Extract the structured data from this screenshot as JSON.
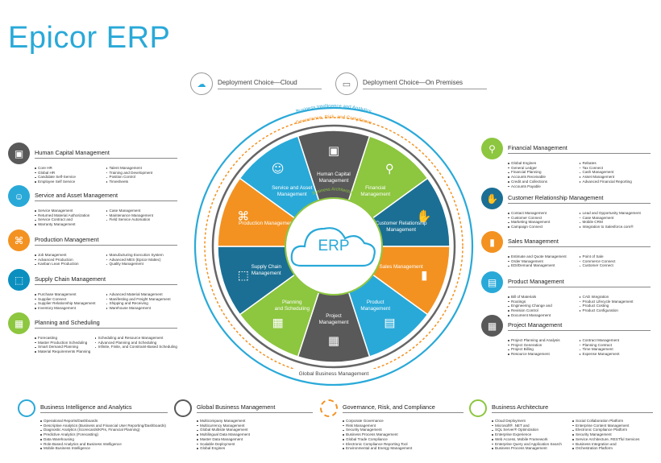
{
  "title": "Epicor ERP",
  "deployment": {
    "cloud": "Deployment Choice—Cloud",
    "premises": "Deployment Choice—On Premises"
  },
  "colors": {
    "blue": "#29a9d8",
    "orange": "#f39221",
    "green": "#8dc63f",
    "dark": "#595959",
    "navy": "#1b6f94",
    "teal": "#0b8fbf"
  },
  "wheel": {
    "center": "ERP",
    "ring_bi": "Business Intelligence and Analytics",
    "ring_grc": "Governance, Risk, and Compliance",
    "ring_arch": "Business Architecture",
    "ring_global": "Global Business Management",
    "segments": [
      {
        "l1": "Human Capital",
        "l2": "Management"
      },
      {
        "l1": "Financial",
        "l2": "Management"
      },
      {
        "l1": "Customer Relationship",
        "l2": "Management"
      },
      {
        "l1": "Sales Management",
        "l2": ""
      },
      {
        "l1": "Product",
        "l2": "Management"
      },
      {
        "l1": "Project",
        "l2": "Management"
      },
      {
        "l1": "Planning",
        "l2": "and Scheduling"
      },
      {
        "l1": "Supply Chain",
        "l2": "Management"
      },
      {
        "l1": "Production Management",
        "l2": ""
      },
      {
        "l1": "Service and Asset",
        "l2": "Management"
      }
    ]
  },
  "left": [
    {
      "name": "Human Capital Management",
      "icon": "id-card-icon",
      "c1": [
        "Core HR",
        "Global HR",
        "Candidate Self-Service",
        "Employee Self Service"
      ],
      "c2": [
        "Talent Management",
        "Training and Development",
        "Position Control",
        "Timesheets"
      ]
    },
    {
      "name": "Service and Asset Management",
      "icon": "headset-icon",
      "c1": [
        "Service Management",
        "Returned Material Authorization",
        "Service Contract and",
        "Warranty Management"
      ],
      "c2": [
        "Case Management",
        "Maintenance Management",
        "Field Service Automation"
      ]
    },
    {
      "name": "Production Management",
      "icon": "network-icon",
      "c1": [
        "Job Management",
        "Advanced Production",
        "Kanban Lean Production"
      ],
      "c2": [
        "Manufacturing Execution System",
        "Advanced MES (Epicor Mattec)",
        "Quality Management"
      ]
    },
    {
      "name": "Supply Chain Management",
      "icon": "box-icon",
      "c1": [
        "Purchase Management",
        "Supplier Connect",
        "Supplier Relationship Management",
        "Inventory Management"
      ],
      "c2": [
        "Advanced Material Management",
        "Manifesting and Freight Management",
        "Shipping and Receiving",
        "Warehouse Management"
      ]
    },
    {
      "name": "Planning and Scheduling",
      "icon": "calendar-icon",
      "c1": [
        "Forecasting",
        "Master Production Scheduling",
        "Smart Demand Planning",
        "Material Requirements Planning"
      ],
      "c2": [
        "Scheduling and Resource Management",
        "Advanced Planning and Scheduling",
        "Infinite, Finite, and Constraint-Based Scheduling"
      ]
    }
  ],
  "right": [
    {
      "name": "Financial Management",
      "icon": "magnifier-icon",
      "c1": [
        "Global Engines",
        "General Ledger",
        "Financial Planning",
        "Accounts Receivable",
        "Credit and Collections",
        "Accounts Payable"
      ],
      "c2": [
        "Rebates",
        "Tax Connect",
        "Cash Management",
        "Asset Management",
        "Advanced Financial Reporting"
      ]
    },
    {
      "name": "Customer Relationship Management",
      "icon": "handshake-icon",
      "c1": [
        "Contact Management",
        "Customer Connect",
        "Marketing Management",
        "Campaign Connect"
      ],
      "c2": [
        "Lead and Opportunity Management",
        "Case Management",
        "Mobile CRM",
        "Integration to Salesforce.com®"
      ]
    },
    {
      "name": "Sales Management",
      "icon": "bar-chart-icon",
      "c1": [
        "Estimate and Quote Management",
        "Order Management",
        "EDI/Demand Management"
      ],
      "c2": [
        "Point of Sale",
        "Commerce Connect",
        "Customer Connect"
      ]
    },
    {
      "name": "Product Management",
      "icon": "clipboard-icon",
      "c1": [
        "Bill of Materials",
        "Routings",
        "Engineering Change and",
        "Revision Control",
        "Document Management"
      ],
      "c2": [
        "CAD Integration",
        "Product Lifecycle Management",
        "Product Costing",
        "Product Configuration"
      ]
    },
    {
      "name": "Project Management",
      "icon": "presentation-icon",
      "c1": [
        "Project Planning and Analysis",
        "Project Generation",
        "Project Billing",
        "Resource Management"
      ],
      "c2": [
        "Contract Management",
        "Planning Contract",
        "Time Management",
        "Expense Management"
      ]
    }
  ],
  "bottom": [
    {
      "name": "Business Intelligence and Analytics",
      "c1": [
        "Operational Reports/Dashboards",
        "Descriptive Analytics (Business and Financial User Reporting/Dashboards)",
        "Diagnostic Analytics (Scorecards/KPIs, Financial Planning)",
        "Predictive Analytics (Forecasting)",
        "Data Warehousing",
        "Role-Based Analytics and Business Intelligence",
        "Mobile Business Intelligence"
      ],
      "c2": []
    },
    {
      "name": "Global Business Management",
      "c1": [
        "Multicompany Management",
        "Multicurrency Management",
        "Global Multisite Management",
        "Multilingual Data Management",
        "Master Data Management",
        "Scalable Deployment",
        "Global Engines"
      ],
      "c2": []
    },
    {
      "name": "Governance, Risk, and Compliance",
      "c1": [
        "Corporate Governance",
        "Risk Management",
        "Security Management",
        "Business Process Management",
        "Global Trade Compliance",
        "Electronic Compliance Reporting Tool",
        "Environmental and Energy Management"
      ],
      "c2": []
    },
    {
      "name": "Business Architecture",
      "c1": [
        "Cloud Deployment",
        "Microsoft® .NET and",
        "SQL Server® Optimization",
        "Enterprise Experience",
        "Web Access, Mobile Framework",
        "Enterprise Query and Application Search",
        "Business Process Management"
      ],
      "c2": [
        "Social Collaboration Platform",
        "Enterprise Content Management",
        "Electronic Compliance Platform",
        "Security Management",
        "Service Architecture, RESTful Services",
        "Business Integration and",
        "Orchestration Platform"
      ]
    }
  ]
}
